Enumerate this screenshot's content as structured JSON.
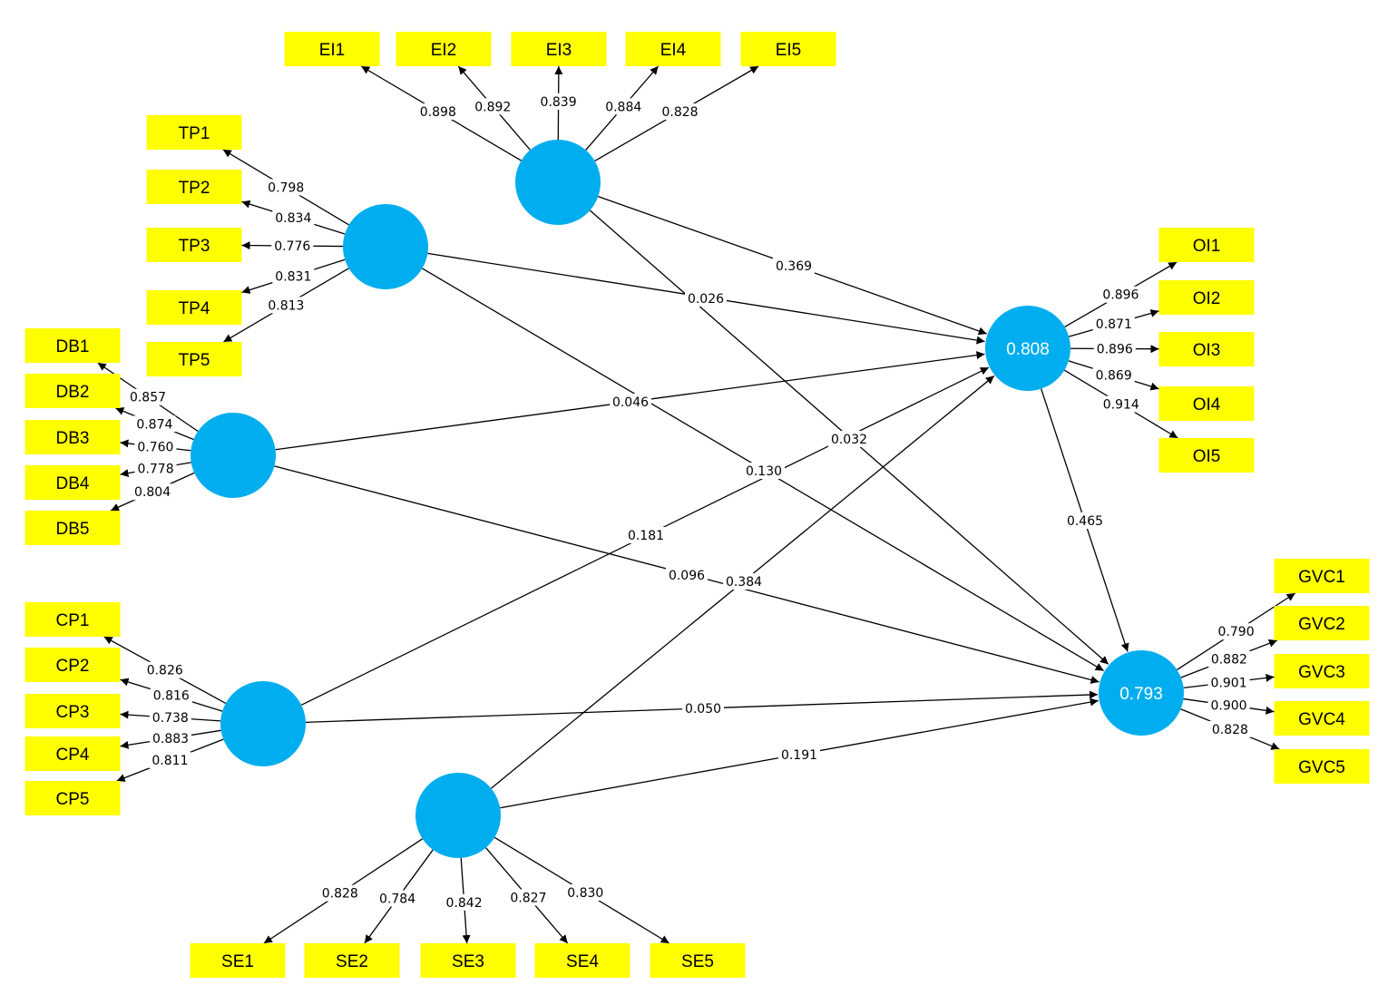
{
  "colors": {
    "indicator_fill": "#ffff00",
    "latent_fill": "#00aeef",
    "edge": "#000000"
  },
  "latents": [
    {
      "id": "EI",
      "value": ""
    },
    {
      "id": "TP",
      "value": ""
    },
    {
      "id": "DB",
      "value": ""
    },
    {
      "id": "CP",
      "value": ""
    },
    {
      "id": "SE",
      "value": ""
    },
    {
      "id": "OI",
      "value": "0.808"
    },
    {
      "id": "GVC",
      "value": "0.793"
    }
  ],
  "indicators": [
    {
      "latent": "EI",
      "label": "EI1",
      "loading": "0.898"
    },
    {
      "latent": "EI",
      "label": "EI2",
      "loading": "0.892"
    },
    {
      "latent": "EI",
      "label": "EI3",
      "loading": "0.839"
    },
    {
      "latent": "EI",
      "label": "EI4",
      "loading": "0.884"
    },
    {
      "latent": "EI",
      "label": "EI5",
      "loading": "0.828"
    },
    {
      "latent": "TP",
      "label": "TP1",
      "loading": "0.798"
    },
    {
      "latent": "TP",
      "label": "TP2",
      "loading": "0.834"
    },
    {
      "latent": "TP",
      "label": "TP3",
      "loading": "0.776"
    },
    {
      "latent": "TP",
      "label": "TP4",
      "loading": "0.831"
    },
    {
      "latent": "TP",
      "label": "TP5",
      "loading": "0.813"
    },
    {
      "latent": "DB",
      "label": "DB1",
      "loading": "0.857"
    },
    {
      "latent": "DB",
      "label": "DB2",
      "loading": "0.874"
    },
    {
      "latent": "DB",
      "label": "DB3",
      "loading": "0.760"
    },
    {
      "latent": "DB",
      "label": "DB4",
      "loading": "0.778"
    },
    {
      "latent": "DB",
      "label": "DB5",
      "loading": "0.804"
    },
    {
      "latent": "CP",
      "label": "CP1",
      "loading": "0.826"
    },
    {
      "latent": "CP",
      "label": "CP2",
      "loading": "0.816"
    },
    {
      "latent": "CP",
      "label": "CP3",
      "loading": "0.738"
    },
    {
      "latent": "CP",
      "label": "CP4",
      "loading": "0.883"
    },
    {
      "latent": "CP",
      "label": "CP5",
      "loading": "0.811"
    },
    {
      "latent": "SE",
      "label": "SE1",
      "loading": "0.828"
    },
    {
      "latent": "SE",
      "label": "SE2",
      "loading": "0.784"
    },
    {
      "latent": "SE",
      "label": "SE3",
      "loading": "0.842"
    },
    {
      "latent": "SE",
      "label": "SE4",
      "loading": "0.827"
    },
    {
      "latent": "SE",
      "label": "SE5",
      "loading": "0.830"
    },
    {
      "latent": "OI",
      "label": "OI1",
      "loading": "0.896"
    },
    {
      "latent": "OI",
      "label": "OI2",
      "loading": "0.871"
    },
    {
      "latent": "OI",
      "label": "OI3",
      "loading": "0.896"
    },
    {
      "latent": "OI",
      "label": "OI4",
      "loading": "0.869"
    },
    {
      "latent": "OI",
      "label": "OI5",
      "loading": "0.914"
    },
    {
      "latent": "GVC",
      "label": "GVC1",
      "loading": "0.790"
    },
    {
      "latent": "GVC",
      "label": "GVC2",
      "loading": "0.882"
    },
    {
      "latent": "GVC",
      "label": "GVC3",
      "loading": "0.901"
    },
    {
      "latent": "GVC",
      "label": "GVC4",
      "loading": "0.900"
    },
    {
      "latent": "GVC",
      "label": "GVC5",
      "loading": "0.828"
    }
  ],
  "paths": [
    {
      "from": "EI",
      "to": "OI",
      "coef": "0.369"
    },
    {
      "from": "EI",
      "to": "GVC",
      "coef": "0.032"
    },
    {
      "from": "TP",
      "to": "OI",
      "coef": "0.026"
    },
    {
      "from": "TP",
      "to": "GVC",
      "coef": "0.130"
    },
    {
      "from": "DB",
      "to": "OI",
      "coef": "0.046"
    },
    {
      "from": "DB",
      "to": "GVC",
      "coef": "0.096"
    },
    {
      "from": "CP",
      "to": "OI",
      "coef": "0.181"
    },
    {
      "from": "CP",
      "to": "GVC",
      "coef": "0.050"
    },
    {
      "from": "SE",
      "to": "OI",
      "coef": "0.384"
    },
    {
      "from": "SE",
      "to": "GVC",
      "coef": "0.191"
    },
    {
      "from": "OI",
      "to": "GVC",
      "coef": "0.465"
    }
  ]
}
